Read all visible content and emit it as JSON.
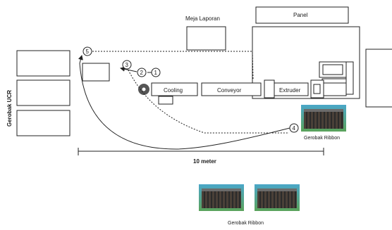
{
  "labels": {
    "meja_laporan": "Meja Laporan",
    "panel": "Panel",
    "gerobak_ucr": "Gerobak UCR",
    "cooling": "Cooling",
    "conveyor": "Conveyor",
    "extruder": "Extruder",
    "gerobak_ribbon_1": "Gerobak Ribbon",
    "gerobak_ribbon_2": "Gerobak Ribbon",
    "distance": "10 meter"
  },
  "steps": [
    "1",
    "2",
    "3",
    "4",
    "5"
  ],
  "colors": {
    "line": "#222222",
    "box_fill": "#ffffff",
    "roller": "#555555",
    "cart_body": "#4a4038",
    "cart_rods": "#2b2b2b",
    "cart_bg_top": "#4aa7c8",
    "cart_bg_bottom": "#5aa35a"
  }
}
